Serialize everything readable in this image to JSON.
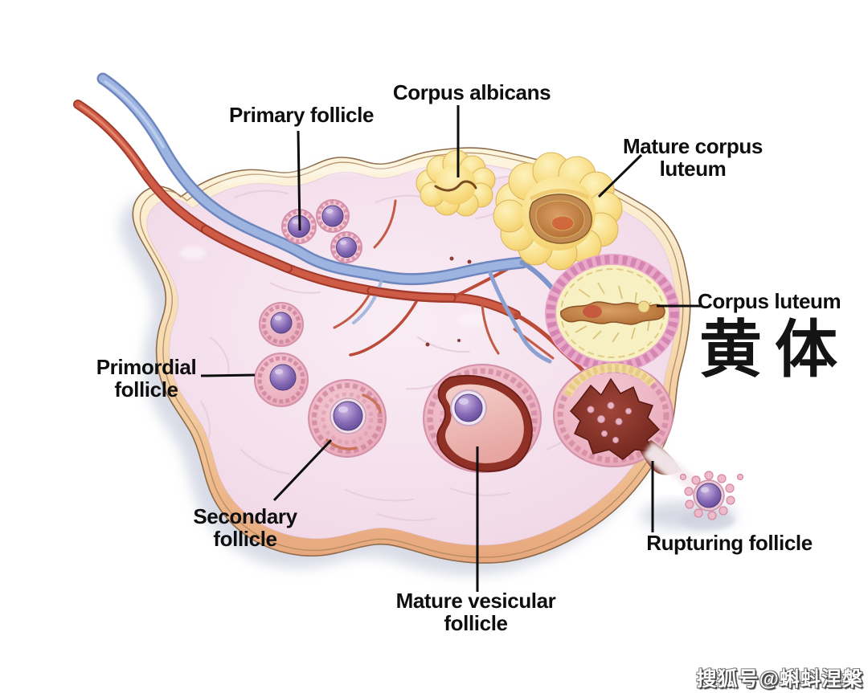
{
  "labels": {
    "primary_follicle": "Primary follicle",
    "corpus_albicans": "Corpus albicans",
    "mature_corpus_luteum": {
      "line1": "Mature corpus",
      "line2": "luteum"
    },
    "corpus_luteum": "Corpus luteum",
    "primordial_follicle": {
      "line1": "Primordial",
      "line2": "follicle"
    },
    "secondary_follicle": {
      "line1": "Secondary",
      "line2": "follicle"
    },
    "mature_vesicular_follicle": {
      "line1": "Mature vesicular",
      "line2": "follicle"
    },
    "rupturing_follicle": "Rupturing follicle"
  },
  "annotation_cn": "黄体",
  "watermark": "搜狐号@蝌蚪涅槃",
  "colors": {
    "background": "#ffffff",
    "label_text": "#0e0e0e",
    "cortex_tan": "#f2cda0",
    "stroma_pink": "#f4dfeb",
    "corpus_yellow": "#f6d878",
    "follicle_pink": "#eab6c6",
    "oocyte_purple": "#7b5fa5",
    "artery_red": "#c14936",
    "vein_blue": "#8fa9d9",
    "drop_shadow": "#d4d7e3"
  }
}
